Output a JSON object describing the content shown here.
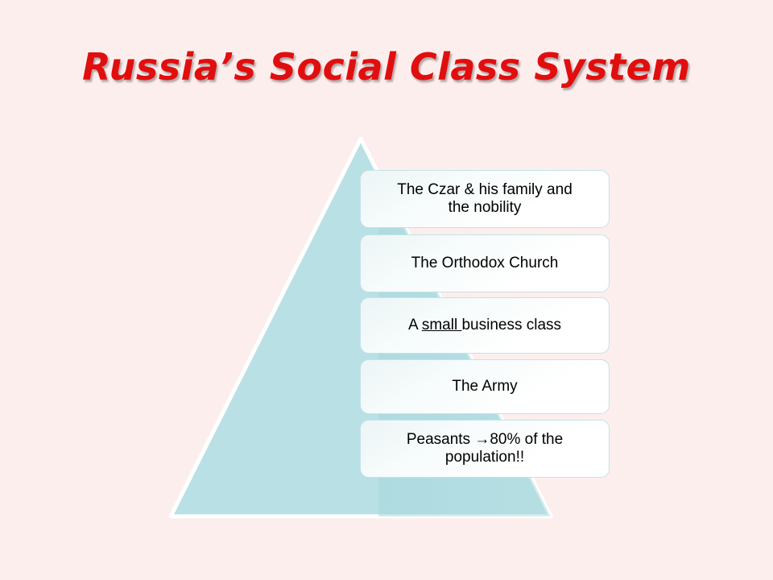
{
  "slide": {
    "title": "Russia’s Social Class System",
    "background_color": "#fdeeee",
    "title_color": "#e10e0e"
  },
  "diagram": {
    "type": "pyramid",
    "name": "social-class-pyramid",
    "fill_color": "#b9e0e4",
    "shade_color": "#a8d8dd",
    "outline_color": "#ffffff",
    "box_border_color": "#c3e2e6",
    "levels": [
      {
        "text": "The Czar & his family and the nobility",
        "rank": 1
      },
      {
        "text": "The Orthodox Church",
        "rank": 2
      },
      {
        "text": "A small business class",
        "rank": 3,
        "underline": "small "
      },
      {
        "text": "The Army",
        "rank": 4
      },
      {
        "text": "Peasants → 80% of the population!!",
        "rank": 5
      }
    ]
  },
  "level_parts": {
    "l0_line1": "The Czar & his family and",
    "l0_line2": "the nobility",
    "l1_line1": "The Orthodox Church",
    "l2_pre": "A ",
    "l2_underlined": "small ",
    "l2_post": "business class",
    "l3_line1": "The Army",
    "l4_line1": "Peasants →80% of the",
    "l4_line2": "population!!"
  }
}
